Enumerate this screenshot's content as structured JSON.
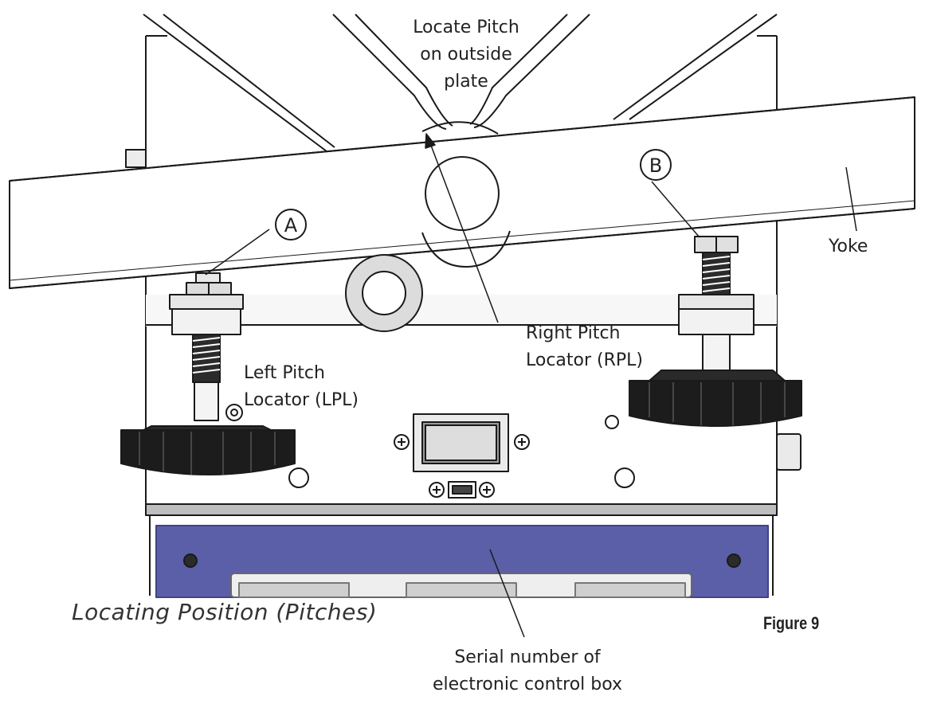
{
  "labels": {
    "locate_pitch": [
      "Locate Pitch",
      "on outside",
      "plate"
    ],
    "yoke": "Yoke",
    "right_pitch": [
      "Right Pitch",
      "Locator (RPL)"
    ],
    "left_pitch": [
      "Left Pitch",
      "Locator (LPL)"
    ],
    "serial": [
      "Serial number of",
      "electronic control box"
    ]
  },
  "callouts": {
    "a": "A",
    "b": "B"
  },
  "caption": "Locating Position (Pitches)",
  "figure_label": "Figure 9",
  "colors": {
    "line": "#1a1a1a",
    "panel_blue": "#5a5fa8",
    "panel_blue_dark": "#3f4488",
    "knob": "#1c1c1c",
    "metal": "#e6e6e6"
  }
}
